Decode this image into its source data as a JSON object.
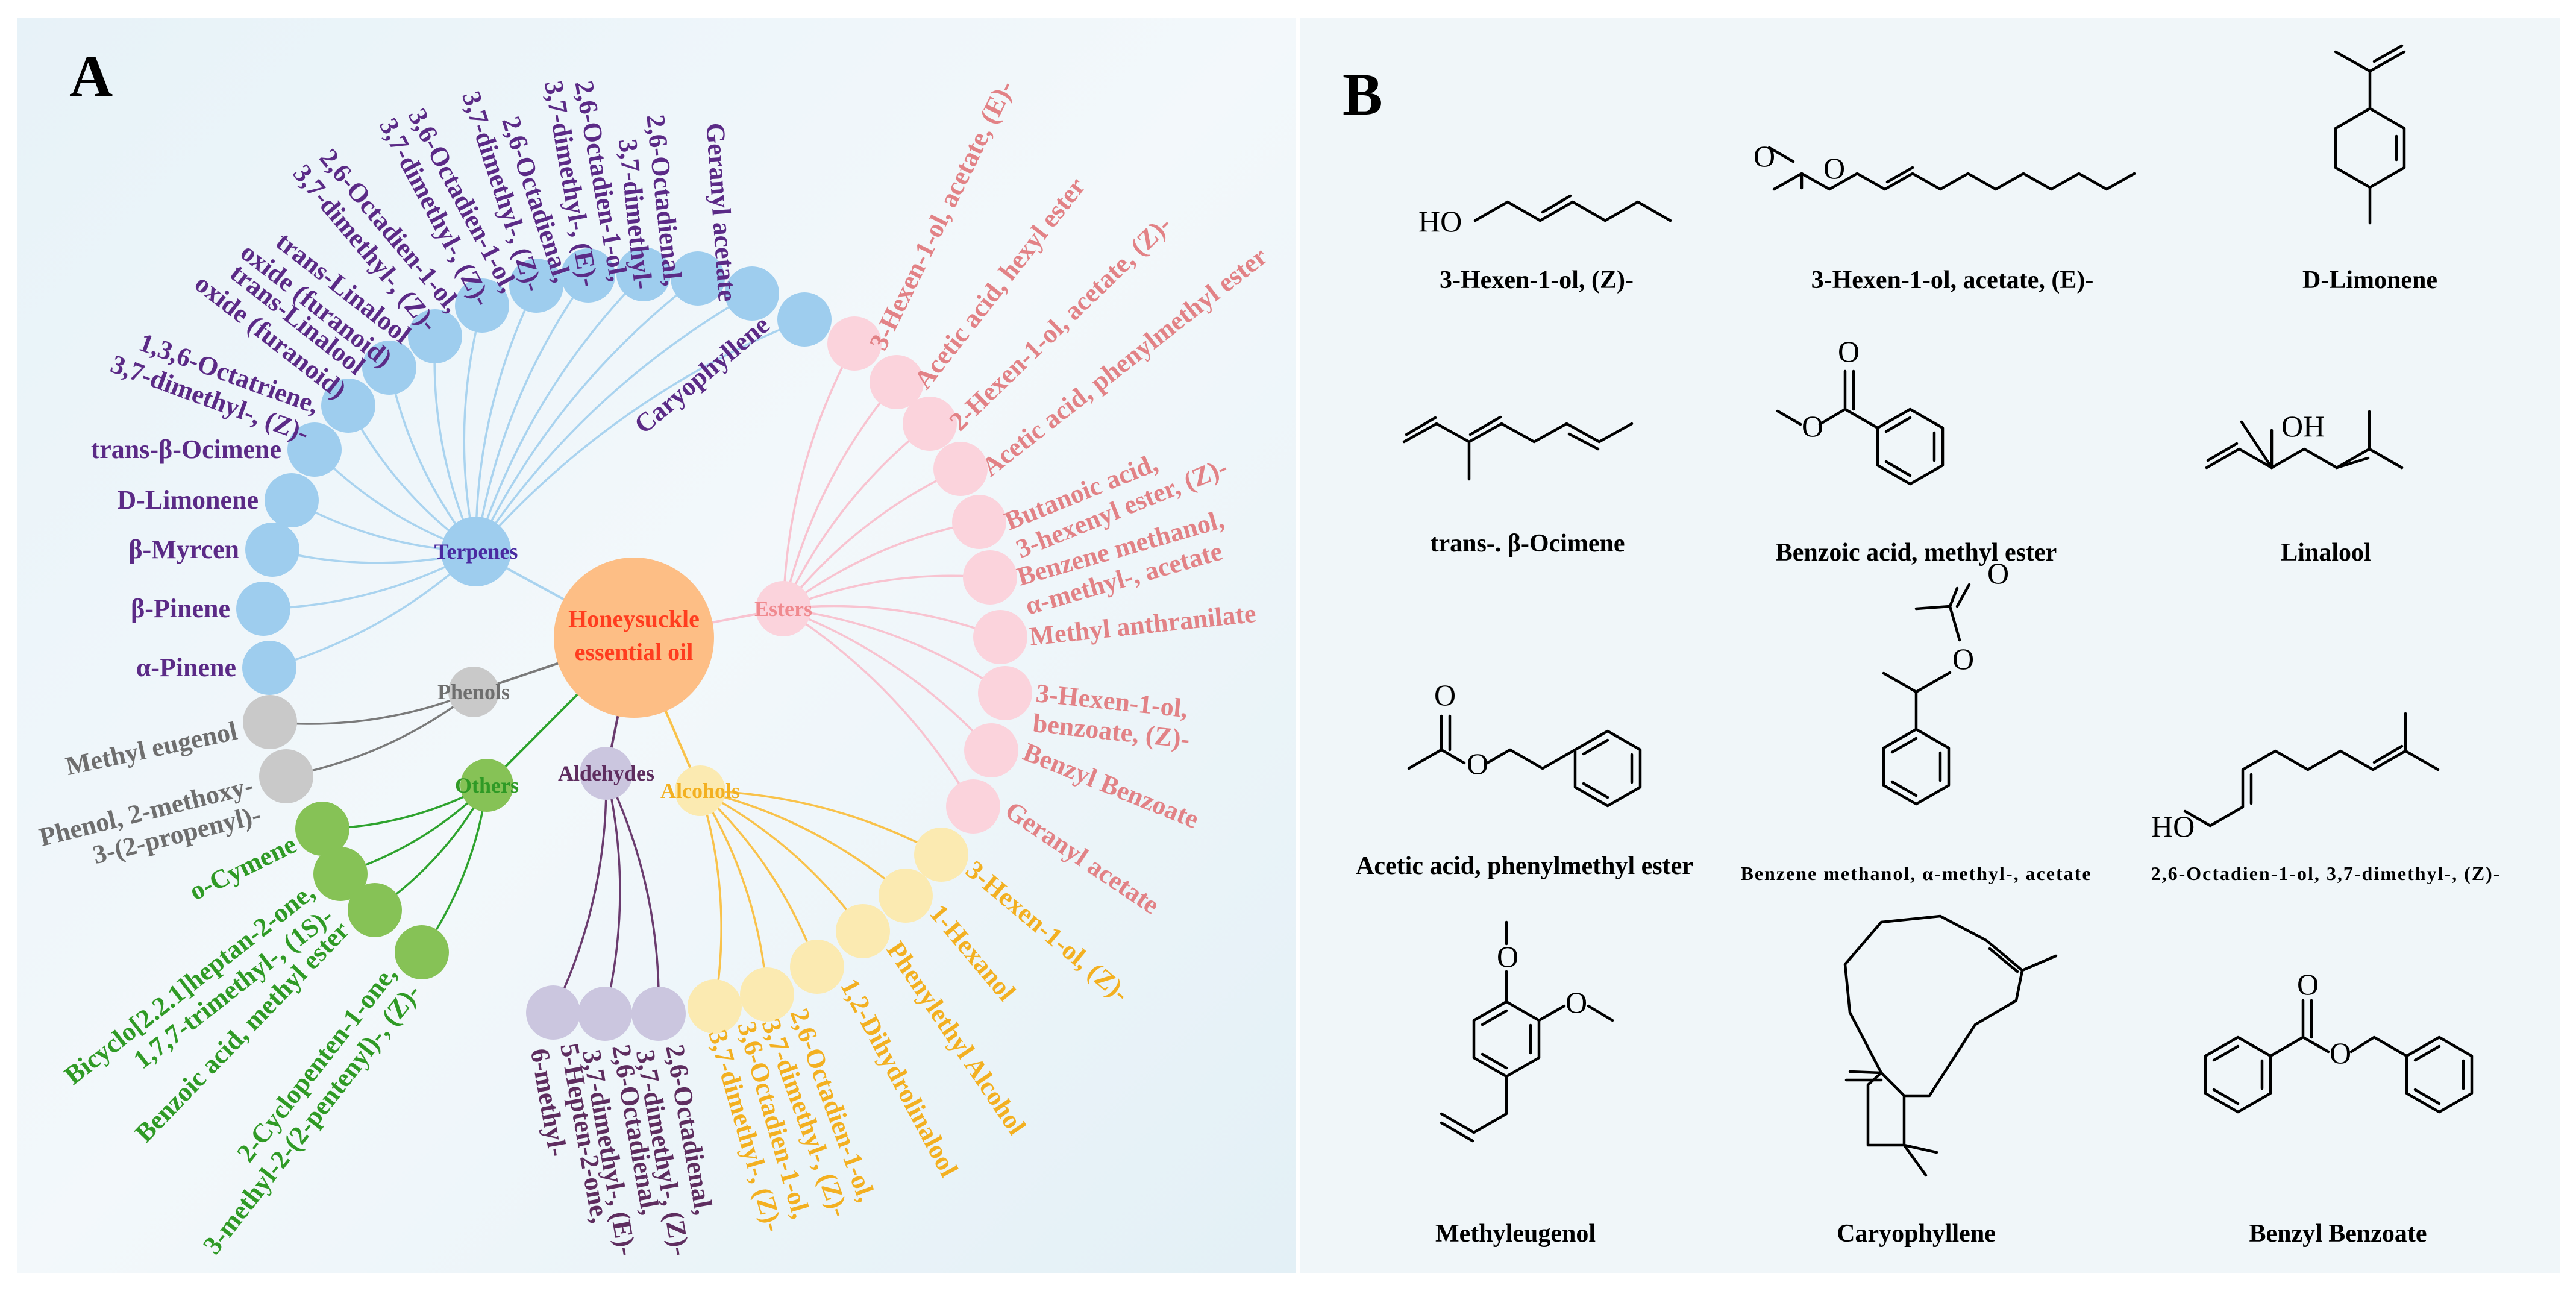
{
  "panel_a": {
    "letter": "A",
    "center": {
      "line1": "Honeysuckle",
      "line2": "essential oil"
    },
    "categories": [
      {
        "key": "terpenes",
        "label": "Terpenes",
        "node_color": "#9ecdee",
        "line_color": "#a9d3ef",
        "text_color": "#5b2a86",
        "label_color": "#4a2aa0",
        "compounds": [
          [
            "α-Pinene"
          ],
          [
            "β-Pinene"
          ],
          [
            "β-Myrcen"
          ],
          [
            "D-Limonene"
          ],
          [
            "trans-β-Ocimene"
          ],
          [
            "1,3,6-Octatriene,",
            "3,7-dimethyl-, (Z)-"
          ],
          [
            "trans-Linalool",
            "oxide (furanoid)"
          ],
          [
            "trans-Linalool",
            "oxide (furanoid)"
          ],
          [
            "2,6-Octadien-1-ol,",
            "3,7-dimethyl-, (Z)-"
          ],
          [
            "3,6-Octadien-1-ol,",
            "3,7-dimethyl-, (Z)-"
          ],
          [
            "2,6-Octadienal,",
            "3,7-dimethyl-, (Z)-"
          ],
          [
            "2,6-Octadien-1-ol,",
            "3,7-dimethyl-, (E)-"
          ],
          [
            "2,6-Octadienal,",
            "3,7-dimethyl-"
          ],
          [
            "Geranyl acetate"
          ],
          [
            "Caryophyllene"
          ]
        ]
      },
      {
        "key": "esters",
        "label": "Esters",
        "node_color": "#fbd3dc",
        "line_color": "#f8c3d0",
        "text_color": "#e28286",
        "label_color": "#f08a8f",
        "compounds": [
          [
            "3-Hexen-1-ol, acetate, (E)-"
          ],
          [
            "Acetic acid, hexyl ester"
          ],
          [
            "2-Hexen-1-ol, acetate, (Z)-"
          ],
          [
            "Acetic acid, phenylmethyl ester"
          ],
          [
            "Butanoic acid,",
            "3-hexenyl ester, (Z)-"
          ],
          [
            "Benzene methanol,",
            "α-methyl-, acetate"
          ],
          [
            "Methyl anthranilate"
          ],
          [
            "3-Hexen-1-ol,",
            "benzoate, (Z)-"
          ],
          [
            "Benzyl Benzoate"
          ],
          [
            "Geranyl acetate"
          ]
        ]
      },
      {
        "key": "alcohols",
        "label": "Alcohols",
        "node_color": "#fbeab1",
        "line_color": "#f9c24a",
        "text_color": "#f3b021",
        "label_color": "#f3b021",
        "compounds": [
          [
            "3-Hexen-1-ol, (Z)-"
          ],
          [
            "1-Hexanol"
          ],
          [
            "Phenylethyl Alcohol"
          ],
          [
            "1,2-Dihydrolinalool"
          ],
          [
            "2,6-Octadien-1-ol,",
            "3,7-dimethyl-, (Z)-"
          ],
          [
            "3,6-Octadien-1-ol,",
            "3,7-dimethyl-, (Z)-"
          ]
        ]
      },
      {
        "key": "aldehydes",
        "label": "Aldehydes",
        "node_color": "#cbc6df",
        "line_color": "#6a3b6e",
        "text_color": "#5e2d5f",
        "label_color": "#5e2d5f",
        "compounds": [
          [
            "2,6-Octadienal,",
            "3,7-dimethyl-, (Z)-"
          ],
          [
            "2,6-Octadienal,",
            "3,7-dimethyl-, (E)-"
          ],
          [
            "5-Hepten-2-one,",
            "6-methyl-"
          ]
        ]
      },
      {
        "key": "others",
        "label": "Others",
        "node_color": "#86c256",
        "line_color": "#2ea32e",
        "text_color": "#2f9a25",
        "label_color": "#2f9a25",
        "compounds": [
          [
            "o-Cymene"
          ],
          [
            "Bicyclo[2.2.1]heptan-2-one,",
            "1,7,7-trimethyl-, (1S)-"
          ],
          [
            "Benzoic acid, methyl ester"
          ],
          [
            "2-Cyclopenten-1-one,",
            "3-methyl-2-(2-pentenyl)-, (Z)-"
          ]
        ]
      },
      {
        "key": "phenols",
        "label": "Phenols",
        "node_color": "#c9c9c9",
        "line_color": "#7a7a7a",
        "text_color": "#6e6e6e",
        "label_color": "#6e6e6e",
        "compounds": [
          [
            "Methyl eugenol"
          ],
          [
            "Phenol, 2-methoxy-",
            "3-(2-propenyl)-"
          ]
        ]
      }
    ]
  },
  "panel_b": {
    "letter": "B",
    "structures": [
      {
        "key": "hexenol",
        "name": "3-Hexen-1-ol, (Z)-",
        "atoms": [
          "HO"
        ]
      },
      {
        "key": "hexenyl_acetate",
        "name": "3-Hexen-1-ol, acetate, (E)-",
        "atoms": [
          "O",
          "O"
        ]
      },
      {
        "key": "limonene",
        "name": "D-Limonene",
        "atoms": []
      },
      {
        "key": "ocimene",
        "name": "trans-. β-Ocimene",
        "atoms": []
      },
      {
        "key": "methyl_benzoate",
        "name": "Benzoic acid, methyl ester",
        "atoms": [
          "O",
          "O"
        ]
      },
      {
        "key": "linalool",
        "name": "Linalool",
        "atoms": [
          "OH"
        ]
      },
      {
        "key": "benzyl_acetate",
        "name": "Acetic acid, phenylmethyl ester",
        "atoms": [
          "O",
          "O"
        ]
      },
      {
        "key": "phenethyl_acetate",
        "name": "Benzene methanol, α-methyl-, acetate",
        "atoms": [
          "O",
          "O"
        ]
      },
      {
        "key": "nerol",
        "name": "2,6-Octadien-1-ol, 3,7-dimethyl-, (Z)-",
        "atoms": [
          "HO"
        ]
      },
      {
        "key": "methyleugenol",
        "name": "Methyleugenol",
        "atoms": [
          "O",
          "O"
        ]
      },
      {
        "key": "caryophyllene",
        "name": "Caryophyllene",
        "atoms": []
      },
      {
        "key": "benzyl_benzoate",
        "name": "Benzyl Benzoate",
        "atoms": [
          "O",
          "O"
        ]
      }
    ]
  }
}
